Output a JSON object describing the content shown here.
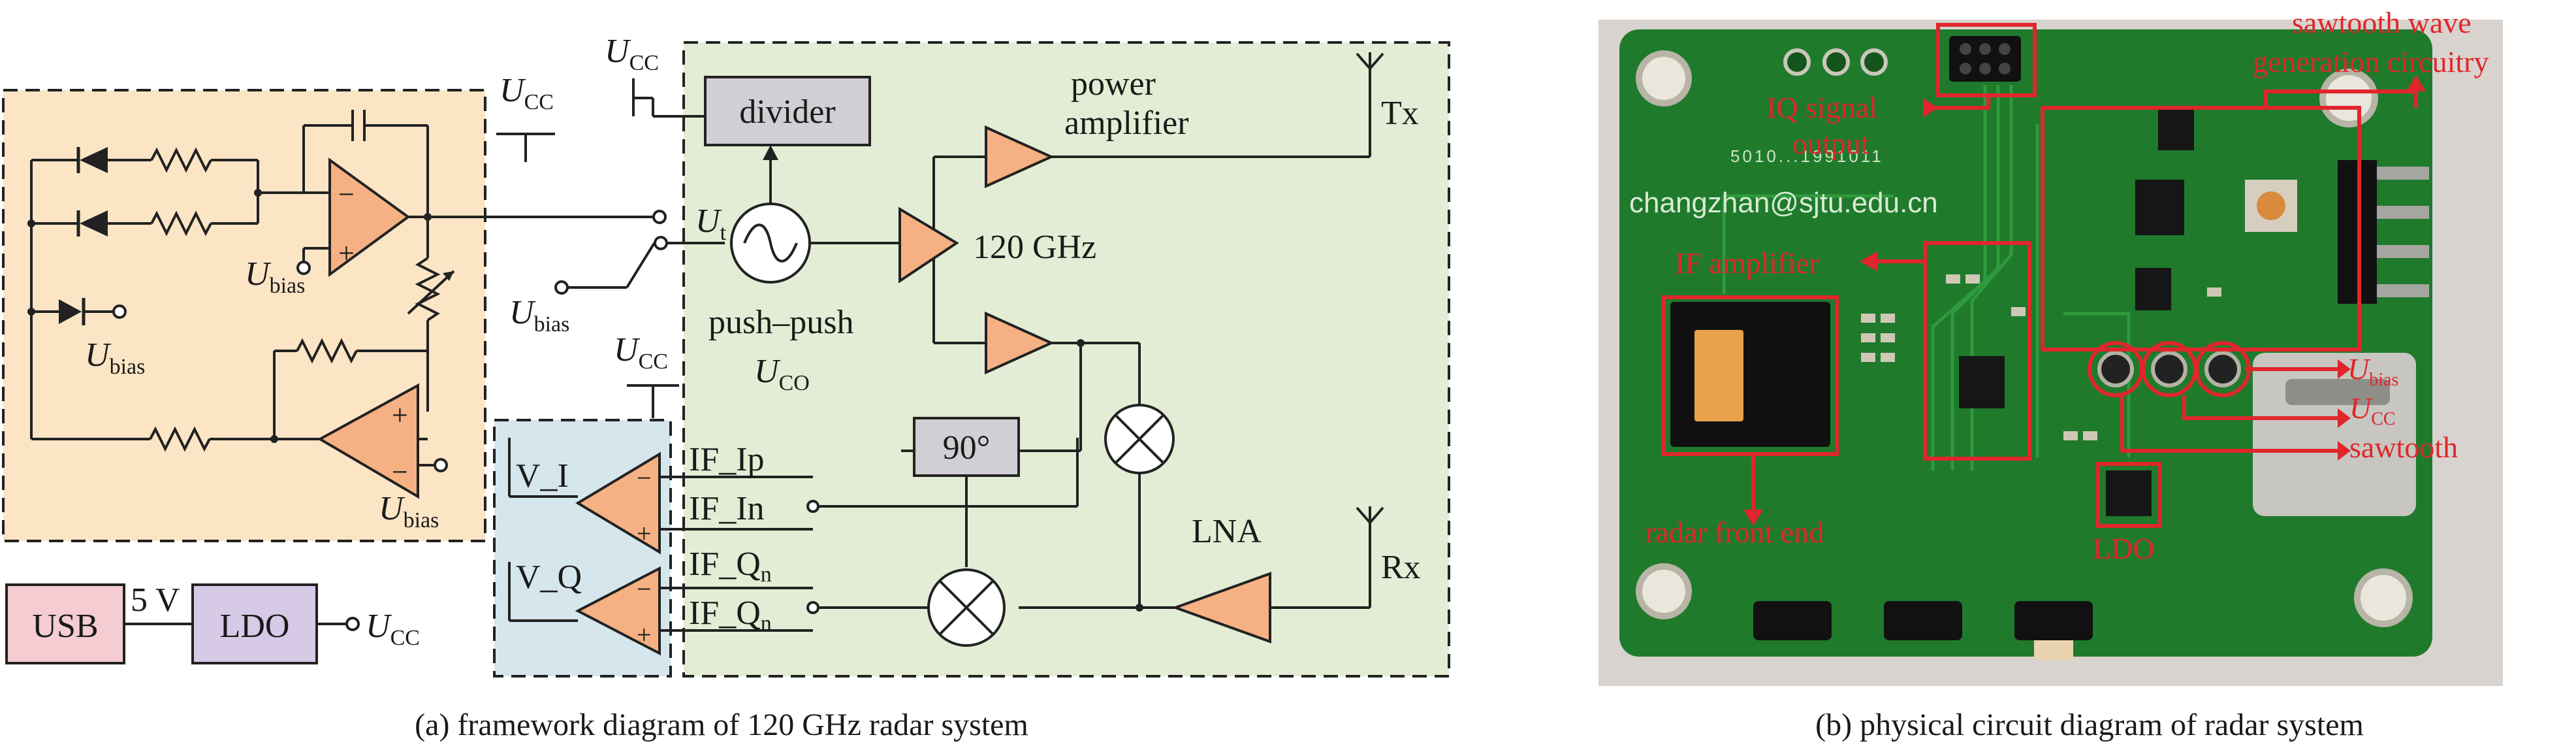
{
  "panel_a": {
    "caption": "(a) framework diagram of 120 GHz radar system",
    "ucc_sym": "U",
    "ucc_sub": "CC",
    "ubias_sym": "U",
    "ubias_sub": "bias",
    "ut_sym": "U",
    "ut_sub": "t",
    "uco_sym": "U",
    "uco_sub": "CO",
    "divider": "divider",
    "power_amplifier": [
      "power",
      "amplifier"
    ],
    "tx": "Tx",
    "rx": "Rx",
    "freq": "120 GHz",
    "push_push": "push–push",
    "phase": "90°",
    "lna": "LNA",
    "v_i": "V_I",
    "v_q": "V_Q",
    "if_ip": "IF_Ip",
    "if_in": "IF_In",
    "if_qn1": "IF_Q",
    "if_qn1_sub": "n",
    "if_qn2": "IF_Q",
    "if_qn2_sub": "n",
    "usb": "USB",
    "five_v": "5 V",
    "ldo": "LDO",
    "colors": {
      "bias_panel": "#fbe5c5",
      "rf_panel": "#e3edd5",
      "if_panel": "#d5e6ec",
      "triangle": "#f5b183",
      "gray_box": "#d1cfd3",
      "usb_box": "#f4ccd2",
      "ldo_box": "#d7cae6"
    }
  },
  "panel_b": {
    "caption": "(b) physical circuit diagram of radar system",
    "label_iq": [
      "IQ signal",
      "output"
    ],
    "label_sawtooth_gen": [
      "sawtooth wave",
      "generation circuitry"
    ],
    "label_if_amp": "IF amplifier",
    "label_ubias_sym": "U",
    "label_ubias_sub": "bias",
    "label_ucc_sym": "U",
    "label_ucc_sub": "CC",
    "label_sawtooth": "sawtooth",
    "label_radar_front": "radar front end",
    "label_ldo": "LDO",
    "board_email": "changzhan@sjtu.edu.cn",
    "board_serial": "5010...1991011",
    "colors": {
      "annotation": "#e0262b",
      "pcb": "#1f7a2c"
    }
  }
}
